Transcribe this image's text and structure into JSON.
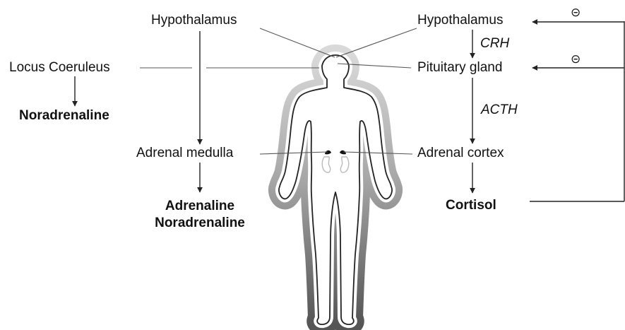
{
  "colors": {
    "line": "#555555",
    "arrow": "#222222",
    "text": "#111111",
    "body_fill": "#ffffff",
    "halo_light": "#d2d2d2",
    "halo_dark": "#5e5e5e"
  },
  "left": {
    "locus": "Locus Coeruleus",
    "locus_product": "Noradrenaline",
    "hypothalamus": "Hypothalamus",
    "adrenal_medulla": "Adrenal medulla",
    "medulla_product_1": "Adrenaline",
    "medulla_product_2": "Noradrenaline"
  },
  "right": {
    "hypothalamus": "Hypothalamus",
    "crh": "CRH",
    "pituitary": "Pituitary gland",
    "acth": "ACTH",
    "adrenal_cortex": "Adrenal cortex",
    "cortisol": "Cortisol",
    "inhibition_symbol": "⊝"
  },
  "icons": [
    "human-body-silhouette-icon",
    "adrenal-gland-icon",
    "kidney-icon"
  ]
}
